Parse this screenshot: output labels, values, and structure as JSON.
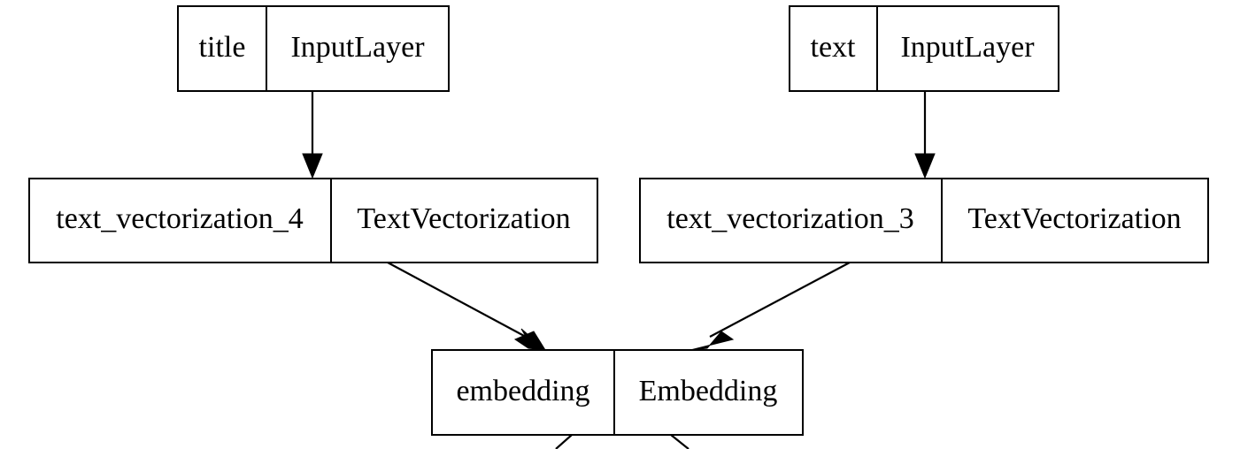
{
  "nodes": [
    {
      "id": "title",
      "name": "title",
      "type": "InputLayer"
    },
    {
      "id": "text",
      "name": "text",
      "type": "InputLayer"
    },
    {
      "id": "text_vectorization_4",
      "name": "text_vectorization_4",
      "type": "TextVectorization"
    },
    {
      "id": "text_vectorization_3",
      "name": "text_vectorization_3",
      "type": "TextVectorization"
    },
    {
      "id": "embedding",
      "name": "embedding",
      "type": "Embedding"
    }
  ],
  "edges": [
    {
      "from": "title",
      "to": "text_vectorization_4"
    },
    {
      "from": "text",
      "to": "text_vectorization_3"
    },
    {
      "from": "text_vectorization_4",
      "to": "embedding"
    },
    {
      "from": "text_vectorization_3",
      "to": "embedding"
    },
    {
      "from": "embedding",
      "to": ""
    }
  ]
}
